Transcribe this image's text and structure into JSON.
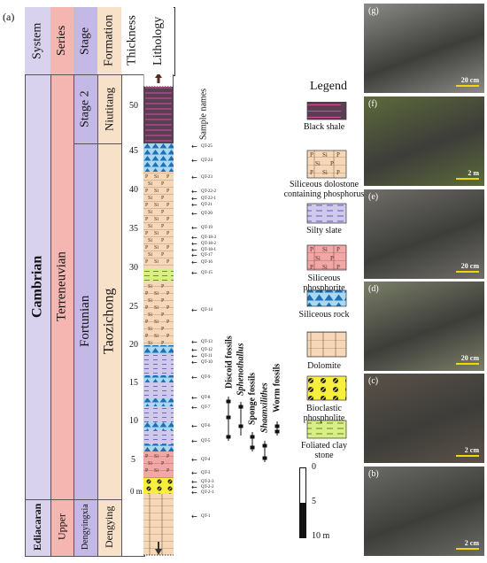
{
  "panel_a": "(a)",
  "headers": {
    "system": "System",
    "series": "Series",
    "stage": "Stage",
    "formation": "Formation",
    "thickness": "Thickness",
    "lithology": "Lithology"
  },
  "column_units": {
    "system_cambrian": "Cambrian",
    "system_ediacaran": "Ediacaran",
    "series_terreneuvian": "Terreneuvian",
    "series_upper": "Upper",
    "stage_2": "Stage 2",
    "stage_fortunian": "Fortunian",
    "stage_dengyingxia": "Dengyingxia",
    "formation_niutitang": "Niutitang",
    "formation_taozichong": "Taozichong",
    "formation_dengying": "Dengying"
  },
  "thickness_ticks": [
    "50",
    "45",
    "40",
    "35",
    "30",
    "25",
    "20",
    "15",
    "10",
    "5",
    "0 m"
  ],
  "sample_names_label": "Sample names",
  "samples": [
    "QT-25",
    "QT-24",
    "QT-23",
    "QT-22-2",
    "QT-22-1",
    "QT-21",
    "QT-20",
    "QT-19",
    "QT-18-3",
    "QT-18-2",
    "QT-18-1",
    "QT-17",
    "QT-16",
    "QT-15",
    "QT-14",
    "QT-13",
    "QT-12",
    "QT-11",
    "QT-10",
    "QT-9",
    "QT-8",
    "QT-7",
    "QT-6",
    "QT-5",
    "QT-4",
    "QT-3",
    "QT-2-3",
    "QT-2-2",
    "QT-2-1",
    "QT-1"
  ],
  "fossils": [
    {
      "label": "Discoid fossils",
      "italic": false
    },
    {
      "label": "Sphenothallus",
      "italic": true
    },
    {
      "label": "Sponge fossils",
      "italic": false
    },
    {
      "label": "Shaanxilithes",
      "italic": true
    },
    {
      "label": "Worm fossils",
      "italic": false
    }
  ],
  "legend": {
    "title": "Legend",
    "items": [
      {
        "key": "black-shale",
        "label": "Black shale"
      },
      {
        "key": "siliceous-dolostone",
        "label": "Siliceous dolostone containing phosphorus"
      },
      {
        "key": "silty-slate",
        "label": "Silty slate"
      },
      {
        "key": "siliceous-phosphorite",
        "label": "Siliceous phosphorite"
      },
      {
        "key": "siliceous-rock",
        "label": "Siliceous rock"
      },
      {
        "key": "dolomite",
        "label": "Dolomite"
      },
      {
        "key": "bioclastic-phospholite",
        "label": "Bioclastic phospholite"
      },
      {
        "key": "foliated-clay-stone",
        "label": "Foliated clay stone"
      }
    ]
  },
  "scale_bar": {
    "top": "0",
    "mid": "5",
    "bottom": "10 m"
  },
  "pattern_text": {
    "si": "Si",
    "p": "P"
  },
  "photos": [
    {
      "tag": "(g)",
      "scale": "20 cm",
      "color": "#8a8a86"
    },
    {
      "tag": "(f)",
      "scale": "2 m",
      "color": "#5d6a3a"
    },
    {
      "tag": "(e)",
      "scale": "20 cm",
      "color": "#6f6e69"
    },
    {
      "tag": "(d)",
      "scale": "20 cm",
      "color": "#7a7f68"
    },
    {
      "tag": "(c)",
      "scale": "2 cm",
      "color": "#5a5248"
    },
    {
      "tag": "(b)",
      "scale": "2 cm",
      "color": "#6a6a66"
    }
  ],
  "colors": {
    "system": "#d9d2ee",
    "series": "#f5b5b1",
    "stage": "#c4b9e6",
    "formation": "#f7e1c8",
    "dolomite": "#f6d8b8",
    "black_shale": "#5a3f52",
    "phosphorite": "#f3a6a6",
    "siliceous": "#a9d8f0",
    "slate": "#cfc9ec",
    "clay": "#d9ef86",
    "bioclastic": "#f7ef3c"
  }
}
